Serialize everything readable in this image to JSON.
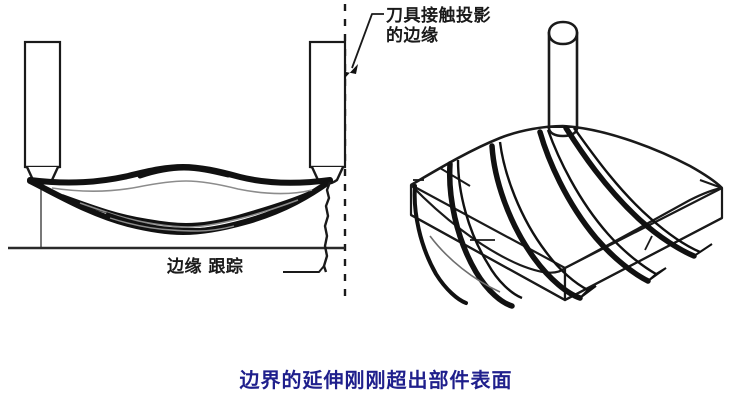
{
  "figure": {
    "caption": "边界的延伸刚刚超出部件表面",
    "caption_color": "#1f1f8c",
    "line_color": "#1a1a1a",
    "background_color": "#ffffff",
    "annotations": {
      "tool_contact_edge": "刀具接触投影\n的边缘",
      "edge_tracking": "边缘 跟踪"
    },
    "left_view": {
      "name": "cross-section-view",
      "elements": [
        "left-tool",
        "right-tool",
        "sagging-surface-profile",
        "baseline",
        "edge-tracking-line",
        "projection-dashed-line"
      ]
    },
    "right_view": {
      "name": "isometric-view",
      "elements": [
        "cylindrical-cutter",
        "curved-saddle-surface",
        "toolpath-grooves",
        "block-base"
      ]
    }
  }
}
